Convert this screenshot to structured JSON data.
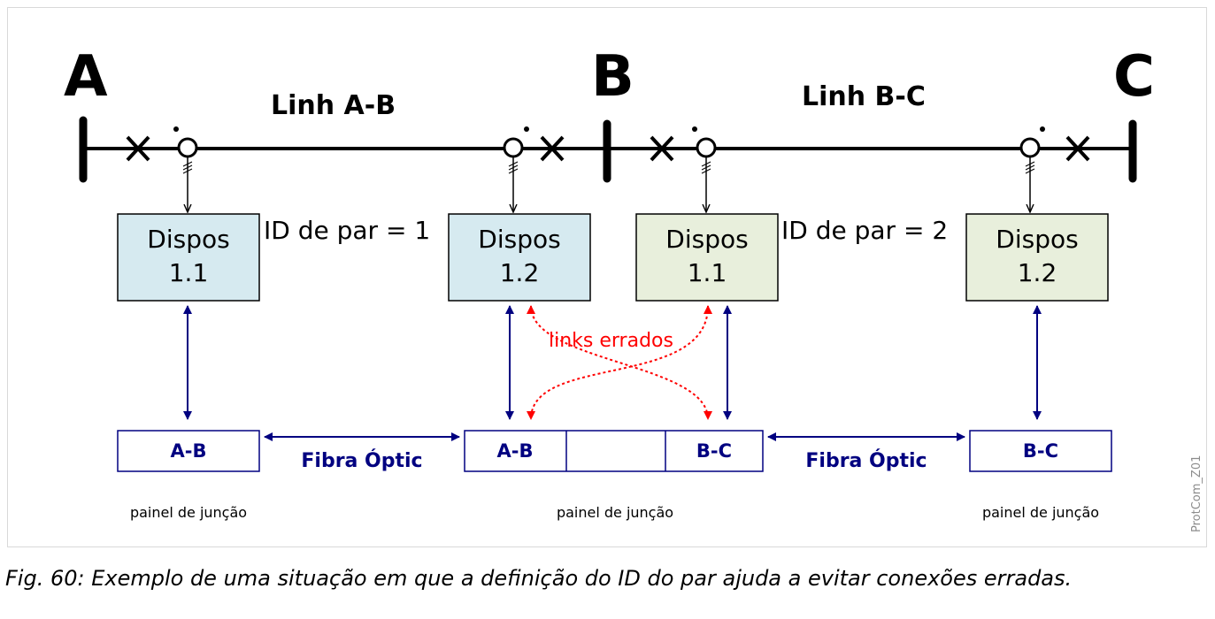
{
  "nodes": {
    "A": "A",
    "B": "B",
    "C": "C"
  },
  "lines": {
    "ab": "Linh A-B",
    "bc": "Linh B-C"
  },
  "devices": {
    "d1": {
      "title": "Dispos",
      "num": "1.1",
      "fill": "#d6eaf0"
    },
    "d2": {
      "title": "Dispos",
      "num": "1.2",
      "fill": "#d6eaf0"
    },
    "d3": {
      "title": "Dispos",
      "num": "1.1",
      "fill": "#e8efdc"
    },
    "d4": {
      "title": "Dispos",
      "num": "1.2",
      "fill": "#e8efdc"
    }
  },
  "pair_ids": {
    "left": "ID de par = 1",
    "right": "ID de par = 2"
  },
  "wrong_links": "links errados",
  "panels": {
    "p1": "A-B",
    "p2a": "A-B",
    "p2c": "B-C",
    "p3": "B-C"
  },
  "fiber": {
    "left": "Fibra Óptic",
    "right": "Fibra Óptic"
  },
  "panel_captions": {
    "left": "painel de junção",
    "mid": "painel de junção",
    "right": "painel de junção"
  },
  "side_code": "ProtCom_Z01",
  "caption": "Fig. 60: Exemplo de uma situação em que a definição do ID do par ajuda a evitar conexões erradas.",
  "colors": {
    "link_blue": "#000080",
    "wrong_red": "#ff0000",
    "line_black": "#000000"
  }
}
